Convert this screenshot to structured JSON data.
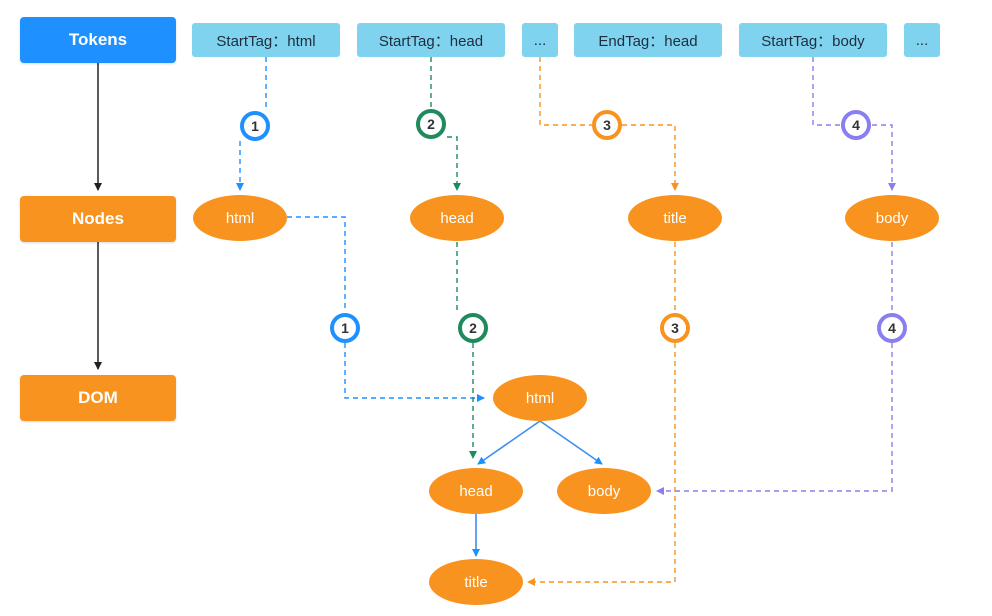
{
  "stages": {
    "tokens": "Tokens",
    "nodes": "Nodes",
    "dom": "DOM"
  },
  "tokens": [
    "StartTag：html",
    "StartTag：head",
    "...",
    "EndTag：head",
    "StartTag：body",
    "..."
  ],
  "nodes": [
    "html",
    "head",
    "title",
    "body"
  ],
  "dom_nodes": {
    "html": "html",
    "head": "head",
    "body": "body",
    "title": "title"
  },
  "steps": [
    "1",
    "2",
    "3",
    "4"
  ],
  "colors": {
    "step1": "#1e90ff",
    "step2": "#1f8a5b",
    "step3": "#f7931e",
    "step4": "#8a7ff0",
    "stage_tokens": "#1e90ff",
    "stage_other": "#f7931e",
    "token_bg": "#7fd3ef"
  }
}
